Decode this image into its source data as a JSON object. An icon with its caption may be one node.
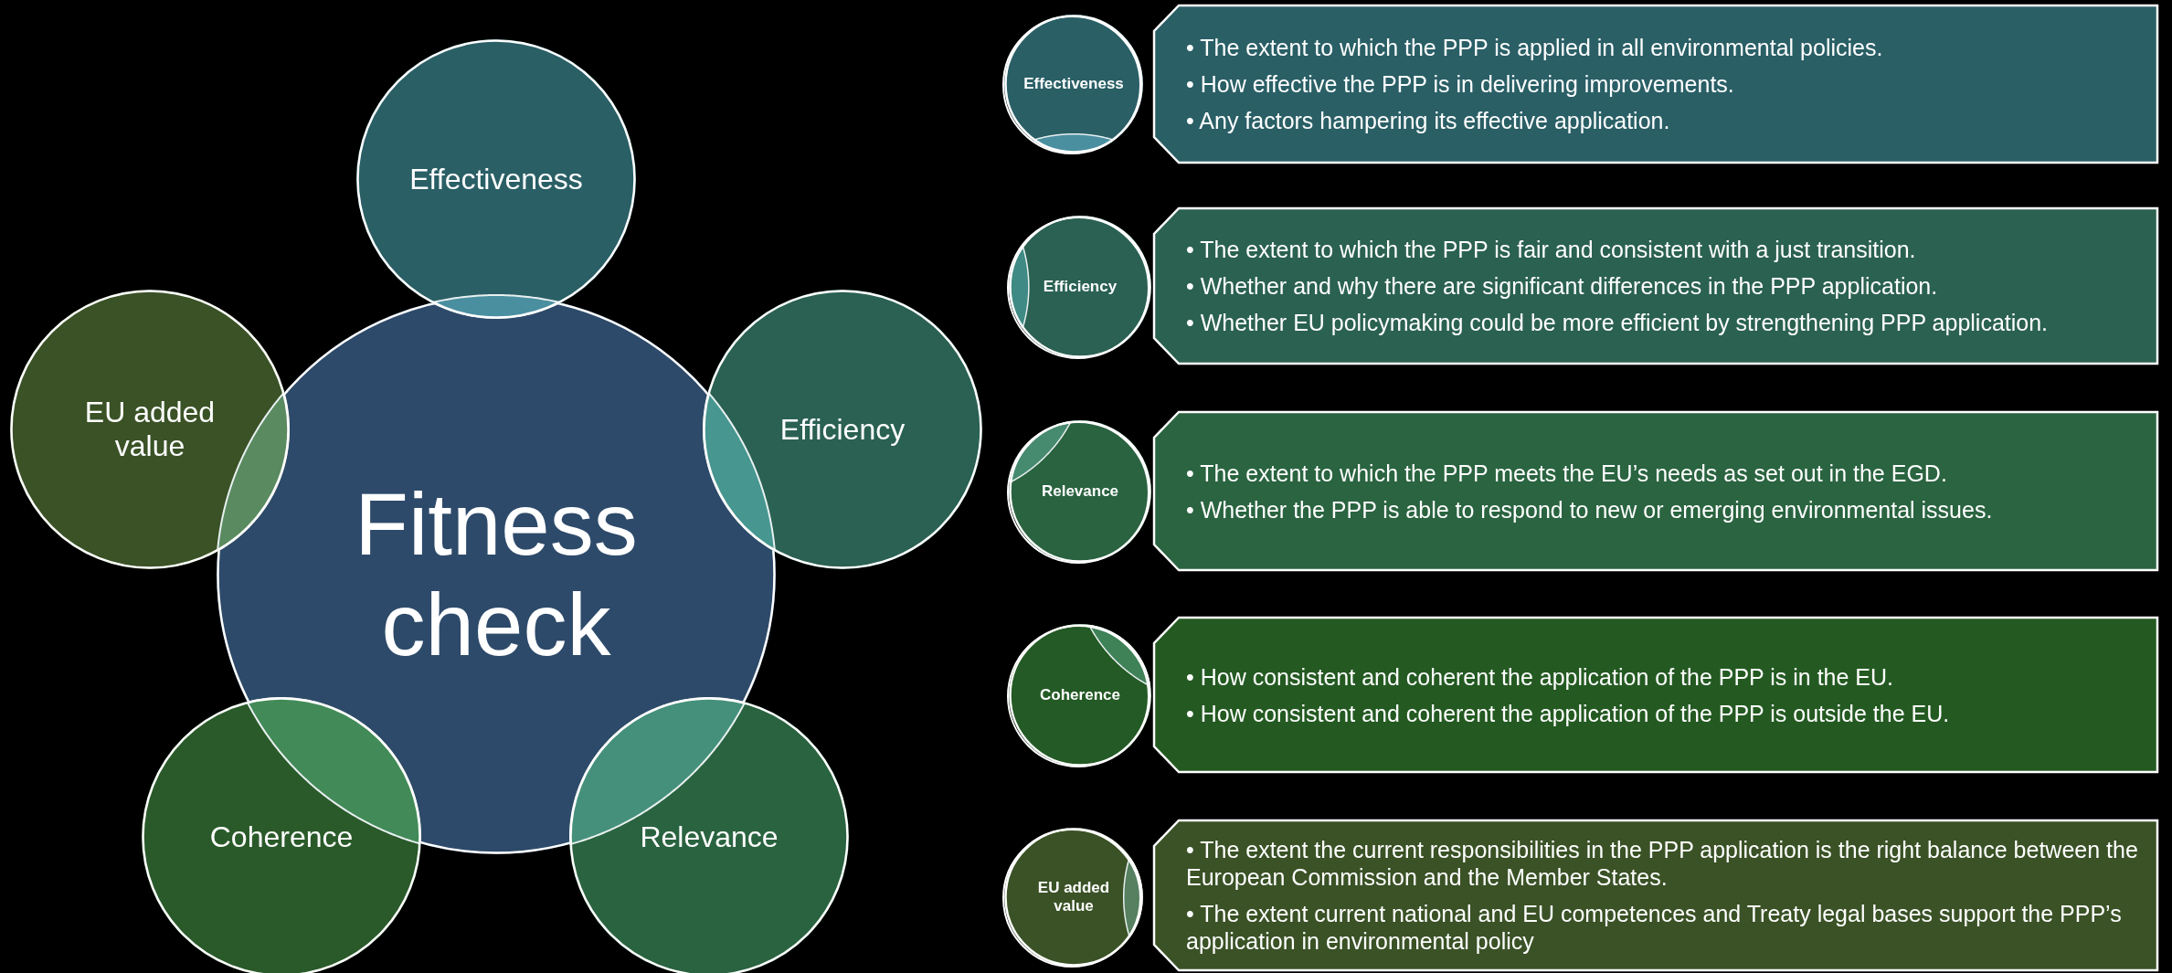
{
  "diagram": {
    "nodes": [
      {
        "text": [
          "Fitness check"
        ]
      },
      {
        "text": [
          "Effectiveness"
        ]
      },
      {
        "text": [
          "Efficiency"
        ]
      },
      {
        "text": [
          "Relevance"
        ]
      },
      {
        "text": [
          "Coherence"
        ]
      },
      {
        "text": [
          "EU added value"
        ]
      },
      {
        "text": [
          "Effectiveness"
        ]
      },
      {
        "text": [
          "• The extent to which the PPP is applied in all environmental policies.",
          "• How effective the PPP is in delivering improvements.",
          "• Any factors hampering its effective application."
        ]
      },
      {
        "text": [
          "Efficiency"
        ]
      },
      {
        "text": [
          "• The extent to which the PPP is fair and consistent with a just transition.",
          "• Whether and why there are significant differences in the PPP application.",
          "• Whether EU policymaking could be more efficient by strengthening PPP application."
        ]
      },
      {
        "text": [
          "Relevance"
        ]
      },
      {
        "text": [
          "• The extent to which the PPP meets the EU’s needs as set out in the EGD.",
          "• Whether the PPP is able to respond to new or emerging environmental issues."
        ]
      },
      {
        "text": [
          "Coherence"
        ]
      },
      {
        "text": [
          "• How consistent and coherent the application of the PPP is in the EU.",
          "• How consistent and coherent the application of the PPP is outside the EU."
        ]
      },
      {
        "text": [
          "EU added value"
        ]
      },
      {
        "text": [
          "• The extent the current responsibilities in the PPP application is the right balance between the European Commission and the Member States.",
          "• The extent current national and EU competences and Treaty legal bases support the PPP’s application in environmental policy"
        ]
      }
    ]
  }
}
